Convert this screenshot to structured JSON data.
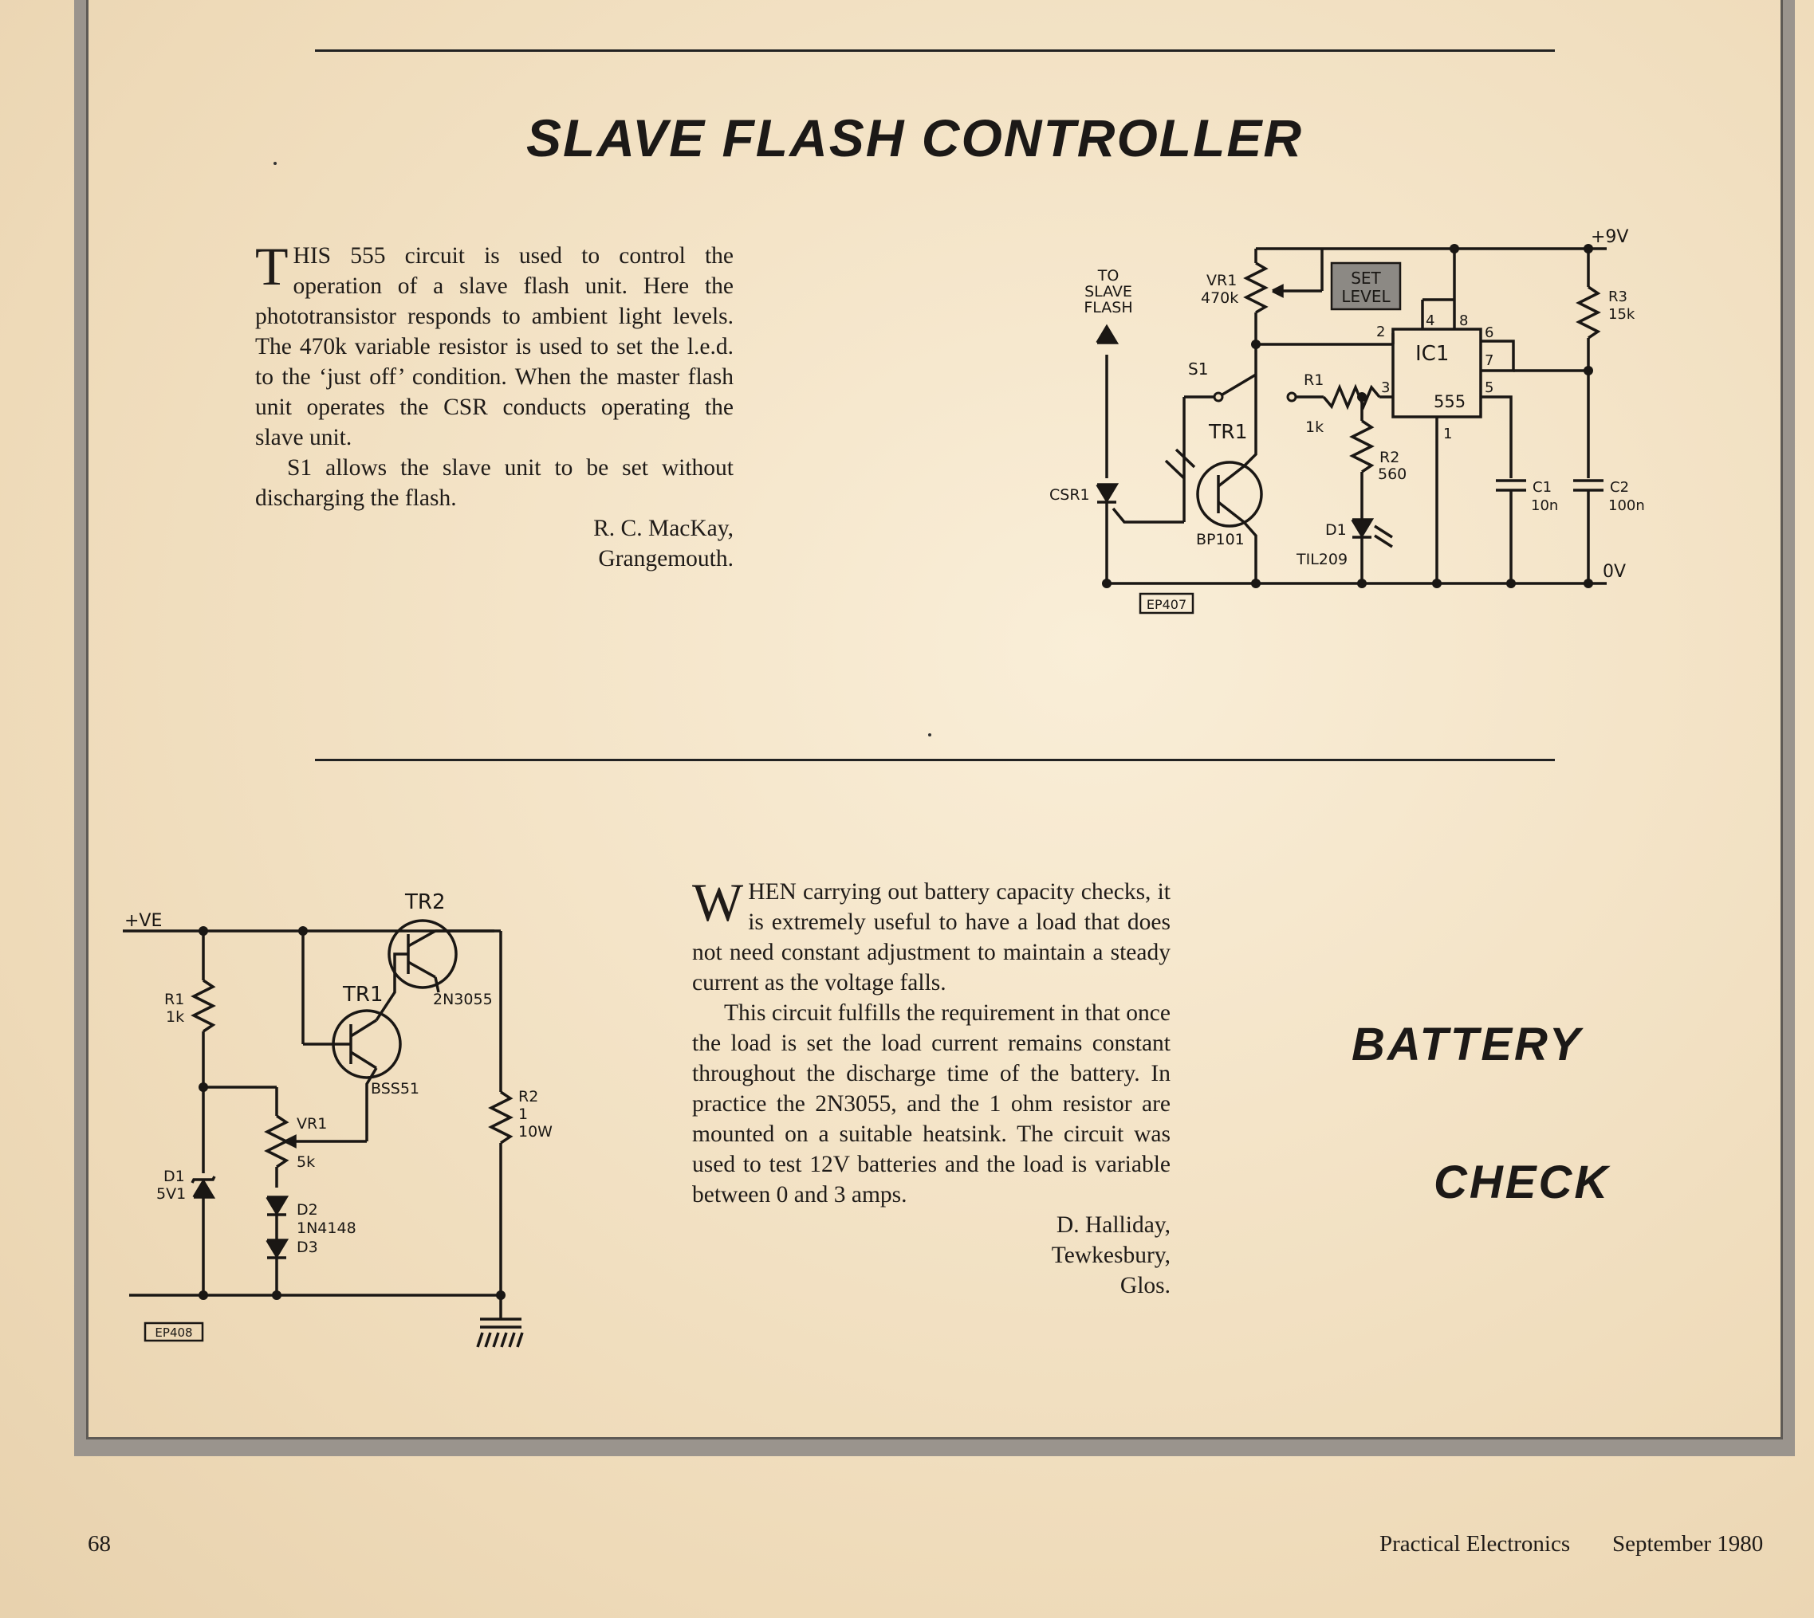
{
  "article1": {
    "headline": "SLAVE FLASH CONTROLLER",
    "dropcap": "T",
    "para1": "HIS 555 circuit is used to control the operation of a slave flash unit. Here the phototransistor responds to ambient light levels. The 470k variable resistor is used to set the l.e.d. to the ‘just off’ condition. When the master flash unit operates the CSR conducts operating the slave unit.",
    "para2": "S1 allows the slave unit to be set without discharging the flash.",
    "author": "R. C. MacKay,",
    "location": "Grangemouth."
  },
  "circuit1": {
    "supply_pos": "+9V",
    "supply_gnd": "0V",
    "to_slave_line1": "TO",
    "to_slave_line2": "SLAVE",
    "to_slave_line3": "FLASH",
    "vr1_ref": "VR1",
    "vr1_val": "470k",
    "set_level_line1": "SET",
    "set_level_line2": "LEVEL",
    "ic_ref": "IC1",
    "ic_type": "555",
    "pin_4": "4",
    "pin_8": "8",
    "pin_2": "2",
    "pin_6": "6",
    "pin_7": "7",
    "pin_3": "3",
    "pin_5": "5",
    "pin_1": "1",
    "s1": "S1",
    "r1_ref": "R1",
    "r1_val": "1k",
    "tr1_ref": "TR1",
    "tr1_type": "BP101",
    "r2_ref": "R2",
    "r2_val": "560",
    "d1_ref": "D1",
    "d1_type": "TIL209",
    "csr1": "CSR1",
    "c1_ref": "C1",
    "c1_val": "10n",
    "c2_ref": "C2",
    "c2_val": "100n",
    "r3_ref": "R3",
    "r3_val": "15k",
    "fig_code": "EP407"
  },
  "article2": {
    "side_title_1": "BATTERY",
    "side_title_2": "CHECK",
    "dropcap": "W",
    "para1": "HEN carrying out battery capacity checks, it is extremely useful to have a load that does not need constant adjustment to maintain a steady current as the voltage falls.",
    "para2": "This circuit fulfills the requirement in that once the load is set the load current remains constant throughout the discharge time of the battery. In practice the 2N3055, and the 1 ohm resistor are mounted on a suitable heatsink. The circuit was used to test 12V batteries and the load is variable between 0 and 3 amps.",
    "author": "D. Halliday,",
    "location_1": "Tewkesbury,",
    "location_2": "Glos."
  },
  "circuit2": {
    "supply": "+VE",
    "tr2_ref": "TR2",
    "tr2_type": "2N3055",
    "tr1_ref": "TR1",
    "tr1_type": "BSS51",
    "r1_ref": "R1",
    "r1_val": "1k",
    "r2_ref": "R2",
    "r2_val1": "1",
    "r2_val2": "10W",
    "vr1_ref": "VR1",
    "vr1_val": "5k",
    "d1_ref": "D1",
    "d1_val": "5V1",
    "d2_ref": "D2",
    "d2_type": "1N4148",
    "d3_ref": "D3",
    "fig_code": "EP408"
  },
  "footer": {
    "page_number": "68",
    "publication": "Practical Electronics",
    "issue": "September 1980"
  }
}
